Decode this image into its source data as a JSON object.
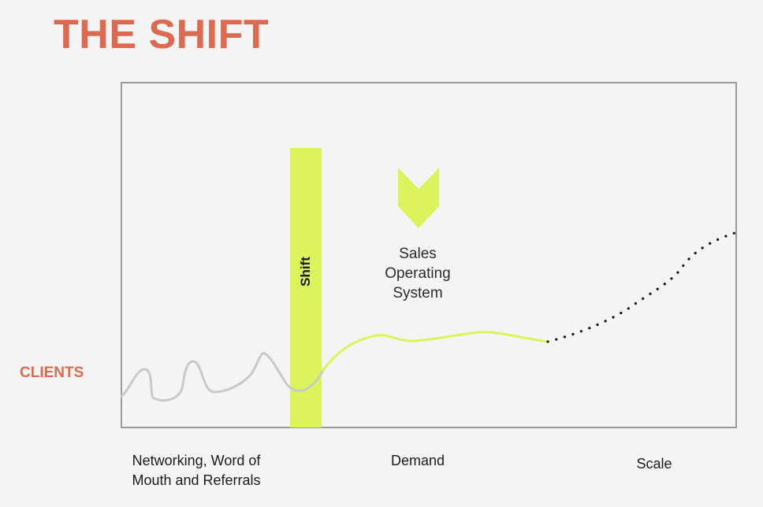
{
  "title": "THE SHIFT",
  "y_label": "CLIENTS",
  "shift_label": "Shift",
  "annotation": {
    "line1": "Sales",
    "line2": "Operating",
    "line3": "System"
  },
  "stages": {
    "stage1_line1": "Networking, Word of",
    "stage1_line2": "Mouth and Referrals",
    "stage2": "Demand",
    "stage3": "Scale"
  },
  "colors": {
    "accent": "#dc6a50",
    "highlight": "#dcf35c",
    "before_line": "#c7c9cc",
    "frame": "#9a9a9a",
    "projection": "#111111"
  }
}
